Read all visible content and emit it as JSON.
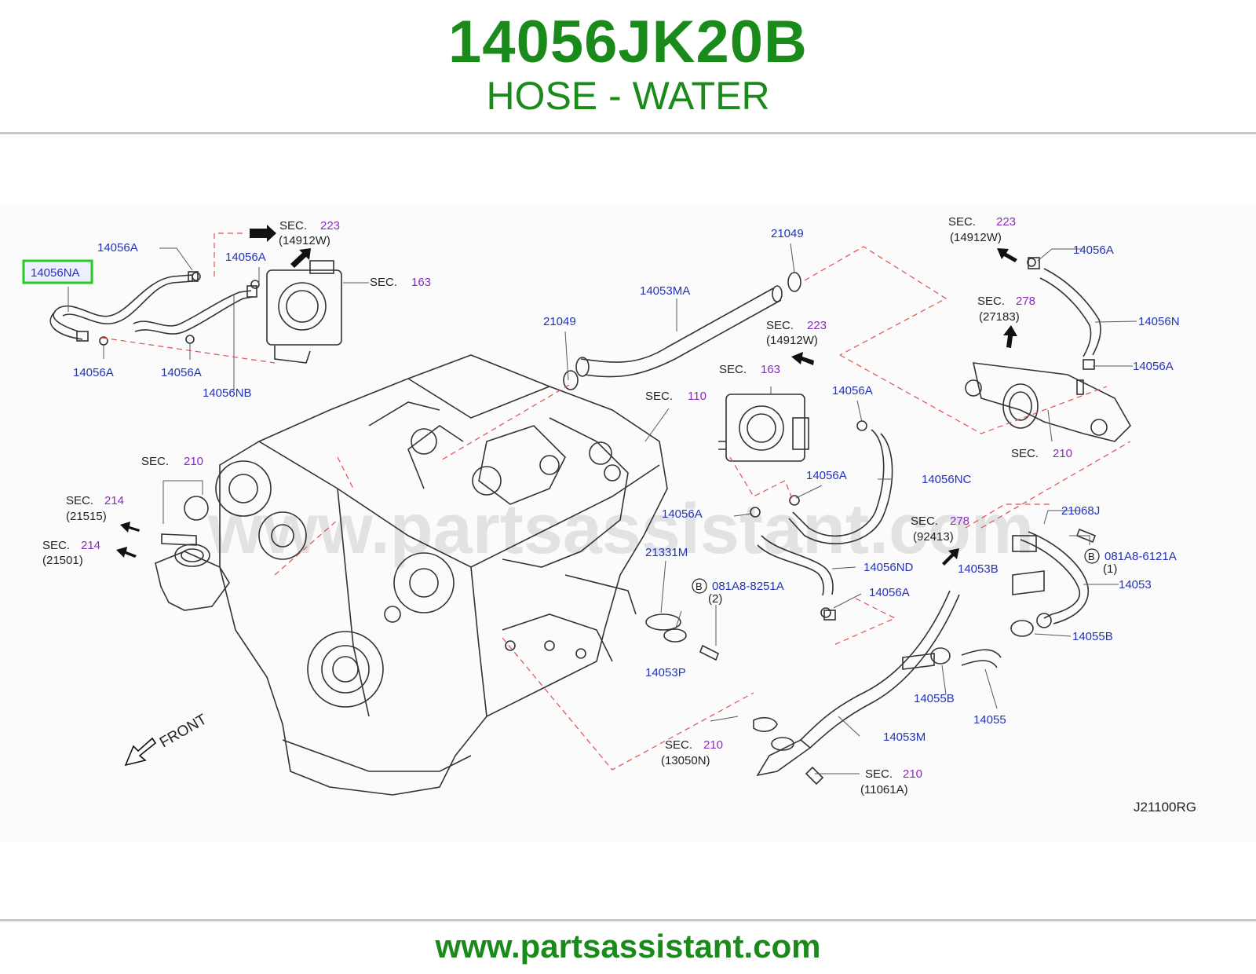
{
  "header": {
    "part_number": "14056JK20B",
    "description": "HOSE - WATER"
  },
  "diagram": {
    "watermark": "www.partsassistant.com",
    "highlight_color": "#22cc22",
    "highlighted_part": "14056NA",
    "drawing_code": "J21100RG",
    "front_label": "FRONT",
    "part_labels": {
      "p14056a_1": "14056A",
      "p14056a_2": "14056A",
      "p14056a_3": "14056A",
      "p14056a_4": "14056A",
      "p14056a_5": "14056A",
      "p14056a_6": "14056A",
      "p14056a_7": "14056A",
      "p14056a_8": "14056A",
      "p14056a_9": "14056A",
      "p14056a_10": "14056A",
      "p14056nb": "14056NB",
      "p14053ma": "14053MA",
      "p21049_1": "21049",
      "p21049_2": "21049",
      "p14056n": "14056N",
      "p14056nc": "14056NC",
      "p14056nd": "14056ND",
      "p21331m": "21331M",
      "p14053p": "14053P",
      "p21068j": "21068J",
      "p081a8_6121a": "081A8-6121A",
      "p081a8_6121a_qty": "(1)",
      "p081a8_8251a": "081A8-8251A",
      "p081a8_8251a_qty": "(2)",
      "p14053b": "14053B",
      "p14053": "14053",
      "p14055b_1": "14055B",
      "p14055b_2": "14055B",
      "p14055": "14055",
      "p14053m": "14053M",
      "bolt_b": "B"
    },
    "sections": {
      "sec_word": "SEC.",
      "s223_a": "223",
      "s223_a_ref": "(14912W)",
      "s163_a": "163",
      "s223_b": "223",
      "s223_b_ref": "(14912W)",
      "s223_c": "223",
      "s223_c_ref": "(14912W)",
      "s278_a": "278",
      "s278_a_ref": "(27183)",
      "s163_b": "163",
      "s110": "110",
      "s210_a": "210",
      "s214_a": "214",
      "s214_a_ref": "(21515)",
      "s214_b": "214",
      "s214_b_ref": "(21501)",
      "s210_b": "210",
      "s278_b": "278",
      "s278_b_ref": "(92413)",
      "s210_c": "210",
      "s210_c_ref": "(13050N)",
      "s210_d": "210",
      "s210_d_ref": "(11061A)"
    }
  },
  "footer": {
    "url": "www.partsassistant.com"
  },
  "colors": {
    "brand_green": "#1a8a1a",
    "label_blue": "#2233bb",
    "section_purple": "#8a2bbf",
    "leader_red": "#e05050"
  }
}
